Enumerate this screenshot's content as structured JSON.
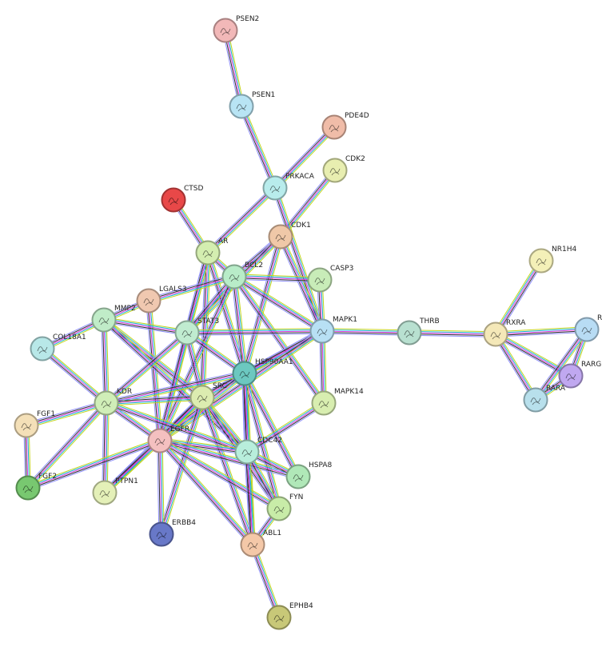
{
  "nodes": [
    {
      "id": "PSEN2",
      "color": "#f2b8b8"
    },
    {
      "id": "PSEN1",
      "color": "#b8e4f4"
    },
    {
      "id": "PDE4D",
      "color": "#f0bca8"
    },
    {
      "id": "CDK2",
      "color": "#e8eeb0"
    },
    {
      "id": "PRKACA",
      "color": "#b8ecec"
    },
    {
      "id": "CTSD",
      "color": "#e84848"
    },
    {
      "id": "CDK1",
      "color": "#f0c8a8"
    },
    {
      "id": "AR",
      "color": "#d4eeb0"
    },
    {
      "id": "BCL2",
      "color": "#b8ecc8"
    },
    {
      "id": "CASP3",
      "color": "#c8ecb8"
    },
    {
      "id": "LGALS3",
      "color": "#f0c8b0"
    },
    {
      "id": "MMP2",
      "color": "#c0ecc8"
    },
    {
      "id": "STAT3",
      "color": "#c0ecd0"
    },
    {
      "id": "MAPK1",
      "color": "#b8e0f4"
    },
    {
      "id": "THRB",
      "color": "#b8e0d0"
    },
    {
      "id": "RXRA",
      "color": "#f4e8b8"
    },
    {
      "id": "NR1H4",
      "color": "#f4f0b8"
    },
    {
      "id": "RARB",
      "color": "#b8dcf4"
    },
    {
      "id": "RARG",
      "color": "#c0a8f0"
    },
    {
      "id": "RARA",
      "color": "#b8e0ec"
    },
    {
      "id": "COL18A1",
      "color": "#b8e8e8"
    },
    {
      "id": "HSP90AA1",
      "color": "#6cc8c0"
    },
    {
      "id": "SRC",
      "color": "#dcecb0"
    },
    {
      "id": "KDR",
      "color": "#d0eeb8"
    },
    {
      "id": "MAPK14",
      "color": "#d8eeb0"
    },
    {
      "id": "FGF1",
      "color": "#f4e0b8"
    },
    {
      "id": "EGFR",
      "color": "#f4c0c0"
    },
    {
      "id": "CDC42",
      "color": "#b8eedc"
    },
    {
      "id": "HSPA8",
      "color": "#b0e8b8"
    },
    {
      "id": "FGF2",
      "color": "#78c870"
    },
    {
      "id": "PTPN1",
      "color": "#e4f0b8"
    },
    {
      "id": "FYN",
      "color": "#c8eca8"
    },
    {
      "id": "ERBB4",
      "color": "#6878c8"
    },
    {
      "id": "ABL1",
      "color": "#f4c8a8"
    },
    {
      "id": "EPHB4",
      "color": "#c8c878"
    }
  ],
  "edges": [
    [
      "PSEN2",
      "PSEN1"
    ],
    [
      "PSEN1",
      "PRKACA"
    ],
    [
      "PDE4D",
      "PRKACA"
    ],
    [
      "CDK2",
      "CDK1"
    ],
    [
      "PRKACA",
      "AR"
    ],
    [
      "PRKACA",
      "MAPK1"
    ],
    [
      "CTSD",
      "AR"
    ],
    [
      "CDK1",
      "BCL2"
    ],
    [
      "CDK1",
      "HSP90AA1"
    ],
    [
      "CDK1",
      "STAT3"
    ],
    [
      "CDK1",
      "MAPK1"
    ],
    [
      "AR",
      "BCL2"
    ],
    [
      "AR",
      "STAT3"
    ],
    [
      "AR",
      "HSP90AA1"
    ],
    [
      "AR",
      "SRC"
    ],
    [
      "AR",
      "EGFR"
    ],
    [
      "BCL2",
      "CASP3"
    ],
    [
      "BCL2",
      "MAPK1"
    ],
    [
      "BCL2",
      "LGALS3"
    ],
    [
      "BCL2",
      "STAT3"
    ],
    [
      "BCL2",
      "HSP90AA1"
    ],
    [
      "BCL2",
      "EGFR"
    ],
    [
      "BCL2",
      "MAPK14"
    ],
    [
      "CASP3",
      "MAPK1"
    ],
    [
      "LGALS3",
      "MMP2"
    ],
    [
      "LGALS3",
      "EGFR"
    ],
    [
      "MMP2",
      "COL18A1"
    ],
    [
      "MMP2",
      "STAT3"
    ],
    [
      "MMP2",
      "KDR"
    ],
    [
      "MMP2",
      "SRC"
    ],
    [
      "MMP2",
      "CDC42"
    ],
    [
      "STAT3",
      "MAPK1"
    ],
    [
      "STAT3",
      "SRC"
    ],
    [
      "STAT3",
      "EGFR"
    ],
    [
      "STAT3",
      "HSP90AA1"
    ],
    [
      "STAT3",
      "KDR"
    ],
    [
      "MAPK1",
      "HSP90AA1"
    ],
    [
      "MAPK1",
      "MAPK14"
    ],
    [
      "MAPK1",
      "THRB"
    ],
    [
      "MAPK1",
      "SRC"
    ],
    [
      "MAPK1",
      "EGFR"
    ],
    [
      "THRB",
      "RXRA"
    ],
    [
      "RXRA",
      "NR1H4"
    ],
    [
      "RXRA",
      "RARB"
    ],
    [
      "RXRA",
      "RARG"
    ],
    [
      "RXRA",
      "RARA"
    ],
    [
      "RARB",
      "RARG"
    ],
    [
      "RARB",
      "RARA"
    ],
    [
      "RARG",
      "RARA"
    ],
    [
      "COL18A1",
      "KDR"
    ],
    [
      "HSP90AA1",
      "SRC"
    ],
    [
      "HSP90AA1",
      "EGFR"
    ],
    [
      "HSP90AA1",
      "CDC42"
    ],
    [
      "HSP90AA1",
      "HSPA8"
    ],
    [
      "HSP90AA1",
      "KDR"
    ],
    [
      "HSP90AA1",
      "FYN"
    ],
    [
      "HSP90AA1",
      "ABL1"
    ],
    [
      "SRC",
      "KDR"
    ],
    [
      "SRC",
      "EGFR"
    ],
    [
      "SRC",
      "CDC42"
    ],
    [
      "SRC",
      "FYN"
    ],
    [
      "SRC",
      "ABL1"
    ],
    [
      "SRC",
      "ERBB4"
    ],
    [
      "SRC",
      "PTPN1"
    ],
    [
      "KDR",
      "FGF1"
    ],
    [
      "KDR",
      "FGF2"
    ],
    [
      "KDR",
      "EGFR"
    ],
    [
      "KDR",
      "CDC42"
    ],
    [
      "KDR",
      "PTPN1"
    ],
    [
      "FGF1",
      "FGF2"
    ],
    [
      "FGF2",
      "EGFR"
    ],
    [
      "EGFR",
      "ERBB4"
    ],
    [
      "EGFR",
      "CDC42"
    ],
    [
      "EGFR",
      "PTPN1"
    ],
    [
      "EGFR",
      "HSPA8"
    ],
    [
      "EGFR",
      "FYN"
    ],
    [
      "EGFR",
      "ABL1"
    ],
    [
      "CDC42",
      "MAPK14"
    ],
    [
      "CDC42",
      "FYN"
    ],
    [
      "CDC42",
      "ABL1"
    ],
    [
      "CDC42",
      "HSPA8"
    ],
    [
      "FYN",
      "ABL1"
    ],
    [
      "ABL1",
      "EPHB4"
    ]
  ],
  "edge_colors": [
    "#c4d41c",
    "#18b8d8",
    "#e040e0",
    "#333333",
    "#9090ff"
  ]
}
